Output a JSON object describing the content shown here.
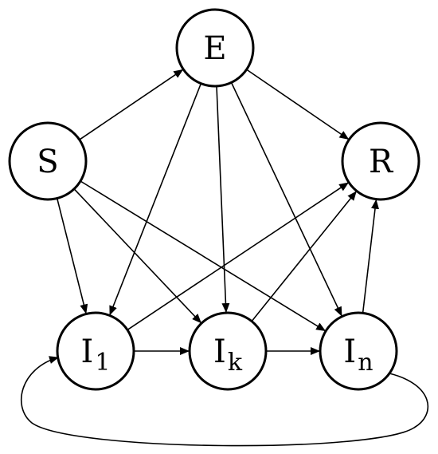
{
  "diagram": {
    "nodes": {
      "S": {
        "label": "S",
        "sub": ""
      },
      "E": {
        "label": "E",
        "sub": ""
      },
      "R": {
        "label": "R",
        "sub": ""
      },
      "I1": {
        "label": "I",
        "sub": "1"
      },
      "Ik": {
        "label": "I",
        "sub": "k"
      },
      "In": {
        "label": "I",
        "sub": "n"
      }
    },
    "edges": [
      {
        "from": "S",
        "to": "E"
      },
      {
        "from": "S",
        "to": "I1"
      },
      {
        "from": "S",
        "to": "Ik"
      },
      {
        "from": "S",
        "to": "In"
      },
      {
        "from": "E",
        "to": "R"
      },
      {
        "from": "E",
        "to": "I1"
      },
      {
        "from": "E",
        "to": "Ik"
      },
      {
        "from": "E",
        "to": "In"
      },
      {
        "from": "I1",
        "to": "Ik"
      },
      {
        "from": "Ik",
        "to": "In"
      },
      {
        "from": "I1",
        "to": "R"
      },
      {
        "from": "Ik",
        "to": "R"
      },
      {
        "from": "In",
        "to": "R"
      },
      {
        "from": "In",
        "to": "I1",
        "style": "loop-under"
      }
    ]
  }
}
